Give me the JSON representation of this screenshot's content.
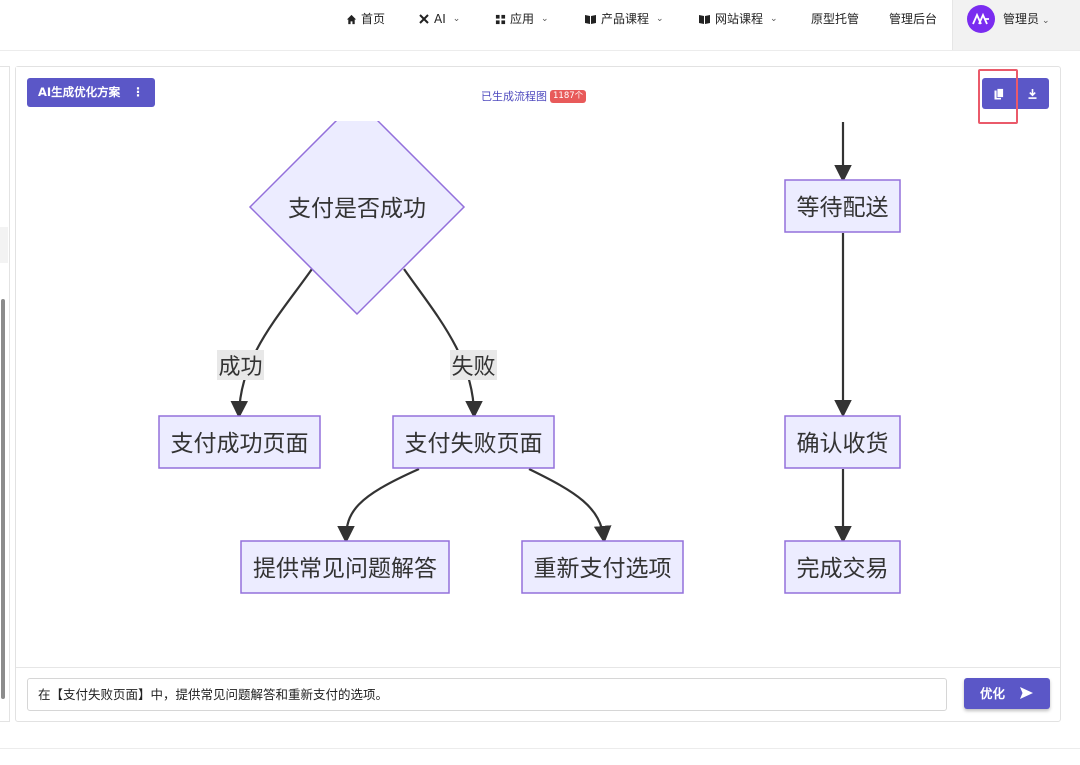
{
  "nav": {
    "home": "首页",
    "ai": "AI",
    "apps": "应用",
    "product_courses": "产品课程",
    "website_courses": "网站课程",
    "prototype_hosting": "原型托管",
    "admin_backend": "管理后台",
    "user": "管理员"
  },
  "toolbar": {
    "ai_optimize": "AI生成优化方案",
    "menu_dots": "⋮",
    "generated_label": "已生成流程图",
    "count_badge": "1187个"
  },
  "diagram": {
    "nodes": {
      "pay_success_q": "支付是否成功",
      "wait_delivery": "等待配送",
      "pay_success_page": "支付成功页面",
      "pay_fail_page": "支付失败页面",
      "confirm_receipt": "确认收货",
      "faq": "提供常见问题解答",
      "repay": "重新支付选项",
      "complete": "完成交易"
    },
    "edge_labels": {
      "success": "成功",
      "fail": "失败"
    },
    "colors": {
      "node_fill": "#ECECFF",
      "node_stroke": "#9370DB",
      "edge": "#333333",
      "label_bg": "#E8E8E8"
    }
  },
  "prompt": {
    "value": "在【支付失败页面】中，提供常见问题解答和重新支付的选项。"
  },
  "actions": {
    "optimize": "优化"
  },
  "colors": {
    "accent": "#5B57C7",
    "badge": "#E85A5A",
    "highlight": "#EA5A6A"
  }
}
